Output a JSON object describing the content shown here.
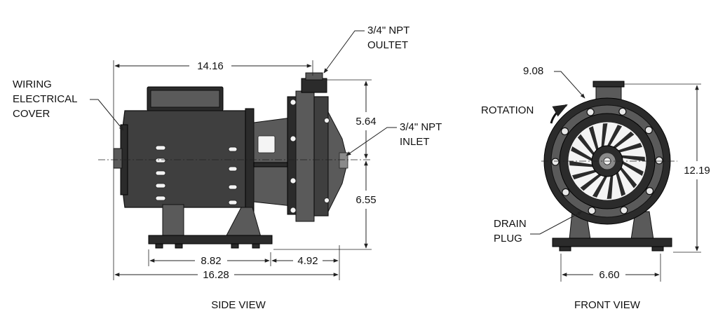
{
  "side_view": {
    "caption": "SIDE VIEW",
    "wiring_label": [
      "WIRING",
      "ELECTRICAL",
      "COVER"
    ],
    "outlet_label": [
      "3/4\" NPT",
      "OULTET"
    ],
    "inlet_label": [
      "3/4\" NPT",
      "INLET"
    ],
    "dim_overall_top": "14.16",
    "dim_upper_height": "5.64",
    "dim_lower_height": "6.55",
    "dim_base_left": "8.82",
    "dim_base_right": "4.92",
    "dim_overall_bottom": "16.28"
  },
  "front_view": {
    "caption": "FRONT VIEW",
    "dim_diameter": "9.08",
    "rotation_label": "ROTATION",
    "dim_height": "12.19",
    "drain_label": [
      "DRAIN",
      "PLUG"
    ],
    "dim_base_width": "6.60"
  }
}
